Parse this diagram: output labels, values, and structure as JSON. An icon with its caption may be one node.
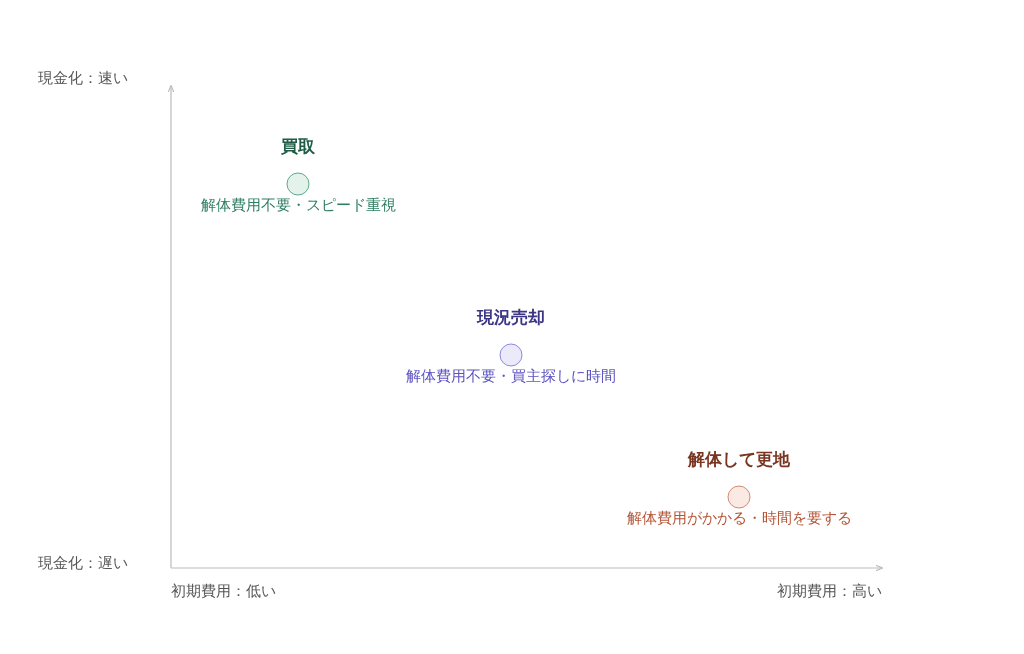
{
  "diagram": {
    "nodes": [
      {
        "text": [
          "買取",
          "解体費用不要・スピード重視"
        ]
      },
      {
        "text": [
          "現況売却",
          "解体費用不要・買主探しに時間"
        ]
      },
      {
        "text": [
          "解体して更地",
          "解体費用がかかる・時間を要する"
        ]
      }
    ],
    "labels": [
      "現金化：速い",
      "現金化：遅い",
      "初期費用：低い",
      "初期費用：高い"
    ]
  }
}
